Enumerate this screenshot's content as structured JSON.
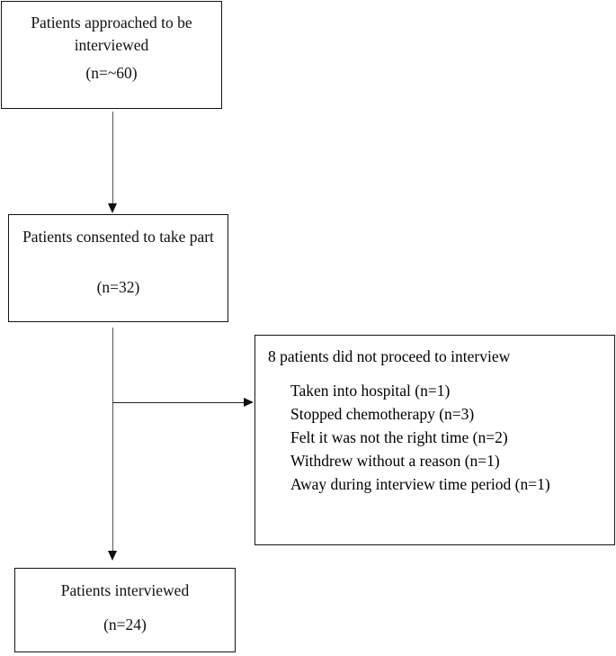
{
  "diagram": {
    "type": "participant-flow-chart",
    "nodes": {
      "approached": {
        "main": "Patients approached to be interviewed",
        "count": "(n=~60)"
      },
      "consented": {
        "main": "Patients consented to take part",
        "count": "(n=32)"
      },
      "interviewed": {
        "main": "Patients interviewed",
        "count": "(n=24)"
      },
      "exclusions": {
        "header": "8 patients did not proceed to interview",
        "items": [
          "Taken into hospital (n=1)",
          "Stopped chemotherapy (n=3)",
          "Felt it was not the right time (n=2)",
          "Withdrew without a reason (n=1)",
          "Away during interview time period (n=1)"
        ]
      }
    },
    "connectors": [
      {
        "name": "approached-to-consented",
        "direction": "down"
      },
      {
        "name": "consented-to-interviewed",
        "direction": "down"
      },
      {
        "name": "consented-to-exclusions",
        "direction": "right"
      }
    ],
    "colors": {
      "border": "#141414",
      "text": "#111111",
      "background": "#ffffff",
      "connector": "#333333"
    }
  }
}
